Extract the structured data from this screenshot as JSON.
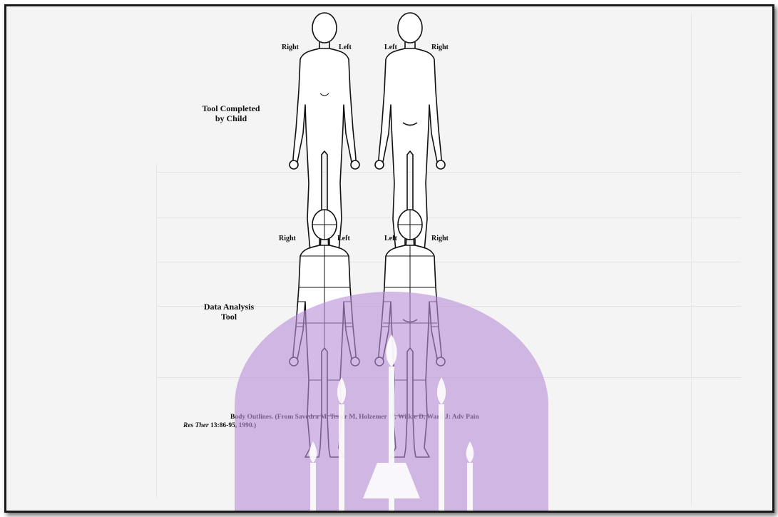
{
  "figure": {
    "front_outline": {
      "right_label": "Right",
      "left_label": "Left"
    },
    "back_outline": {
      "left_label": "Left",
      "right_label": "Right"
    },
    "tool_child_label": [
      "Tool Completed",
      "by Child"
    ],
    "front_regions": {
      "right_label": "Right",
      "left_label": "Left"
    },
    "back_regions": {
      "left_label": "Left",
      "right_label": "Right"
    },
    "tool_analysis_label": [
      "Data Analysis",
      "Tool"
    ],
    "caption": {
      "line1": "Body Outlines. (From Savedra M, Tesler M, Holzemer W, Wilkie D, Ward J: Adv Pain",
      "line1_italic_part": "Res Ther",
      "line2": "13:86-95, 1990.)"
    }
  },
  "watermark": {
    "color": "#b890d8"
  }
}
